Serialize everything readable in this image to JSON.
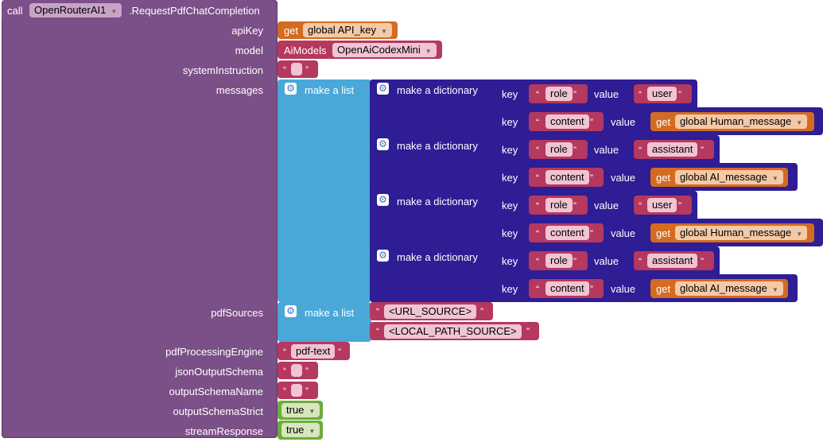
{
  "call": {
    "prefix": "call",
    "component": "OpenRouterAI1",
    "method": ".RequestPdfChatCompletion"
  },
  "params": {
    "apiKey": "apiKey",
    "model": "model",
    "systemInstruction": "systemInstruction",
    "messages": "messages",
    "pdfSources": "pdfSources",
    "pdfProcessingEngine": "pdfProcessingEngine",
    "jsonOutputSchema": "jsonOutputSchema",
    "outputSchemaName": "outputSchemaName",
    "outputSchemaStrict": "outputSchemaStrict",
    "streamResponse": "streamResponse"
  },
  "get_label": "get",
  "apiKey_var": "global API_key",
  "model_block": {
    "label": "AiModels",
    "value": "OpenAiCodexMini"
  },
  "make_list": "make a list",
  "make_dict": "make a dictionary",
  "key_label": "key",
  "value_label": "value",
  "quote_open": "“",
  "quote_close": "”",
  "dicts": [
    {
      "role_key": "role",
      "role_val": "user",
      "content_key": "content",
      "content_var": "global Human_message"
    },
    {
      "role_key": "role",
      "role_val": "assistant",
      "content_key": "content",
      "content_var": "global AI_message"
    },
    {
      "role_key": "role",
      "role_val": "user",
      "content_key": "content",
      "content_var": "global Human_message"
    },
    {
      "role_key": "role",
      "role_val": "assistant",
      "content_key": "content",
      "content_var": "global AI_message"
    }
  ],
  "pdf_sources": [
    "<URL_SOURCE>",
    "<LOCAL_PATH_SOURCE>"
  ],
  "pdf_engine": "pdf-text",
  "bool_strict": "true",
  "bool_stream": "true",
  "colors": {
    "component_block": "#7b4f87",
    "text_block": "#b5385f",
    "get_block": "#d36b22",
    "list_block": "#4aa8d8",
    "dict_block": "#2e1d94",
    "logic_block": "#6cac3b"
  }
}
